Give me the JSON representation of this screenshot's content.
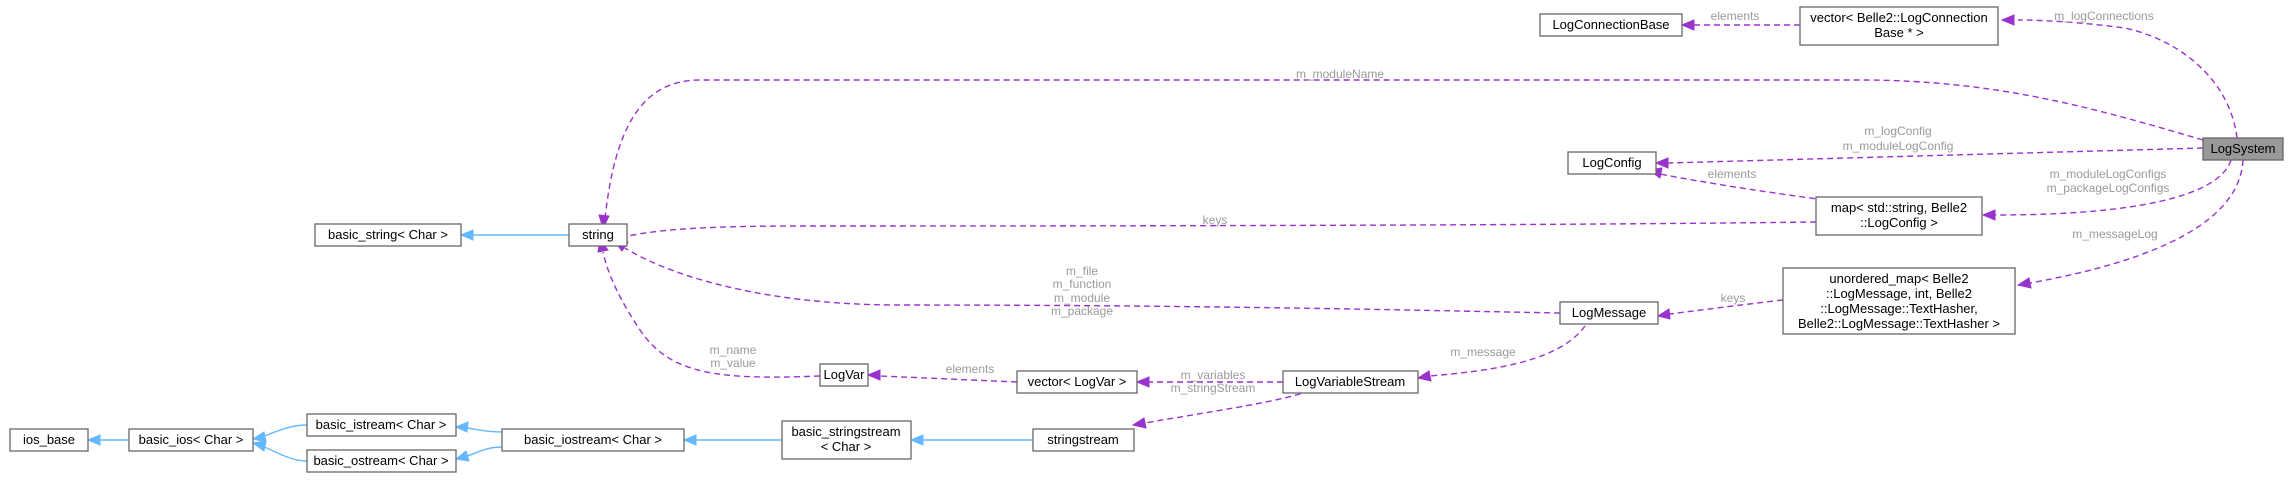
{
  "nodes": {
    "log_system": "LogSystem",
    "log_connection_base": "LogConnectionBase",
    "vector_log_connection_1": "vector< Belle2::LogConnection",
    "vector_log_connection_2": "Base * >",
    "log_config": "LogConfig",
    "map_log_config_1": "map< std::string, Belle2",
    "map_log_config_2": "::LogConfig >",
    "string": "string",
    "basic_string": "basic_string< Char >",
    "log_message": "LogMessage",
    "unordered_map_1": "unordered_map< Belle2",
    "unordered_map_2": "::LogMessage, int, Belle2",
    "unordered_map_3": "::LogMessage::TextHasher,",
    "unordered_map_4": "Belle2::LogMessage::TextHasher >",
    "log_var": "LogVar",
    "vector_log_var": "vector< LogVar >",
    "log_variable_stream": "LogVariableStream",
    "ios_base": "ios_base",
    "basic_ios": "basic_ios< Char >",
    "basic_istream": "basic_istream< Char >",
    "basic_ostream": "basic_ostream< Char >",
    "basic_iostream": "basic_iostream< Char >",
    "basic_stringstream_1": "basic_stringstream",
    "basic_stringstream_2": "< Char >",
    "stringstream": "stringstream"
  },
  "edge_labels": {
    "log_connections": "m_logConnections",
    "elements_conn": "elements",
    "module_name": "m_moduleName",
    "log_config_1": "m_logConfig",
    "log_config_2": "m_moduleLogConfig",
    "module_log_configs_1": "m_moduleLogConfigs",
    "module_log_configs_2": "m_packageLogConfigs",
    "elements_config": "elements",
    "keys_map": "keys",
    "message_log": "m_messageLog",
    "keys_unordered": "keys",
    "msg_fields_1": "m_file",
    "msg_fields_2": "m_function",
    "msg_fields_3": "m_module",
    "msg_fields_4": "m_package",
    "var_fields_1": "m_name",
    "var_fields_2": "m_value",
    "elements_var": "elements",
    "variables": "m_variables",
    "message": "m_message",
    "string_stream": "m_stringStream"
  },
  "colors": {
    "inheritance": "#63b8ff",
    "usage": "#9a32cd",
    "label": "#9a9a9a",
    "focus_fill": "#999999"
  }
}
